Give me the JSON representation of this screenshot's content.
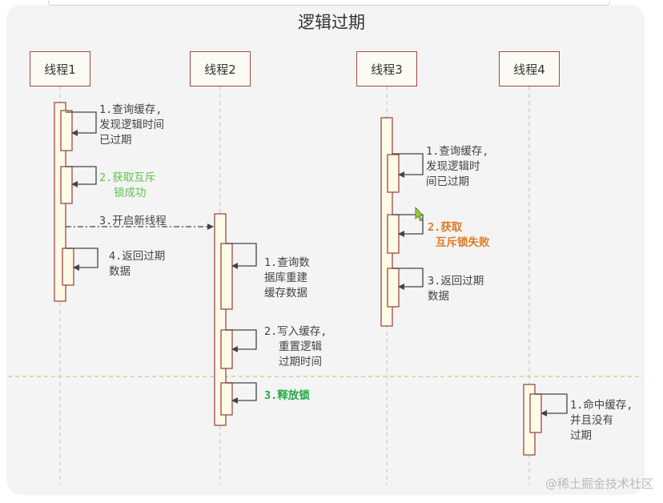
{
  "title": "逻辑过期",
  "actors": [
    "线程1",
    "线程2",
    "线程3",
    "线程4"
  ],
  "thread1": {
    "step1": [
      "1.查询缓存,",
      "发现逻辑时间",
      "已过期"
    ],
    "step2": [
      "2.获取互斥",
      "锁成功"
    ],
    "step3": "3.开启新线程",
    "step4": [
      "4.返回过期",
      "数据"
    ]
  },
  "thread2": {
    "step1": [
      "1.查询数",
      "据库重建",
      "缓存数据"
    ],
    "step2": [
      "2.写入缓存,",
      "重置逻辑",
      "过期时间"
    ],
    "step3": "3.释放锁"
  },
  "thread3": {
    "step1": [
      "1.查询缓存,",
      "发现逻辑时",
      "间已过期"
    ],
    "step2": [
      "2.获取",
      "互斥锁失败"
    ],
    "step3": [
      "3.返回过期",
      "数据"
    ]
  },
  "thread4": {
    "step1": [
      "1.命中缓存,",
      "并且没有",
      "过期"
    ]
  },
  "watermark": "@稀土掘金技术社区",
  "colors": {
    "actor_border": "#a04848",
    "activation_fill": "#fdfbe6",
    "success_green": "#5fc24a",
    "fail_orange": "#e07b26",
    "release_green": "#22aa44"
  }
}
